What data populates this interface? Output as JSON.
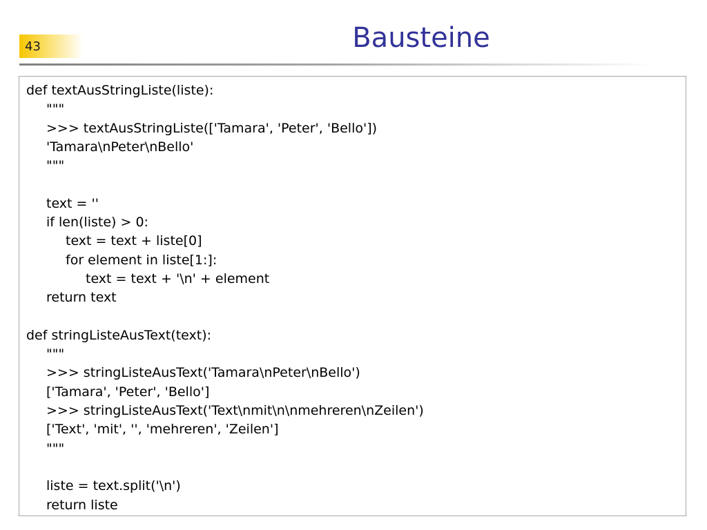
{
  "slide": {
    "page_number": "43",
    "title": "Bausteine"
  },
  "code": {
    "lines": [
      {
        "indent": 0,
        "text": "def textAusStringListe(liste):"
      },
      {
        "indent": 1,
        "text": "\"\"\""
      },
      {
        "indent": 1,
        "text": ">>> textAusStringListe(['Tamara', 'Peter', 'Bello'])"
      },
      {
        "indent": 1,
        "text": "'Tamara\\nPeter\\nBello'"
      },
      {
        "indent": 1,
        "text": "\"\"\""
      },
      {
        "indent": 0,
        "text": ""
      },
      {
        "indent": 1,
        "text": "text = ''"
      },
      {
        "indent": 1,
        "text": "if len(liste) > 0:"
      },
      {
        "indent": 2,
        "text": "text = text + liste[0]"
      },
      {
        "indent": 2,
        "text": "for element in liste[1:]:"
      },
      {
        "indent": 3,
        "text": "text = text + '\\n' + element"
      },
      {
        "indent": 1,
        "text": "return text"
      },
      {
        "indent": 0,
        "text": ""
      },
      {
        "indent": 0,
        "text": "def stringListeAusText(text):"
      },
      {
        "indent": 1,
        "text": "\"\"\""
      },
      {
        "indent": 1,
        "text": ">>> stringListeAusText('Tamara\\nPeter\\nBello')"
      },
      {
        "indent": 1,
        "text": "['Tamara', 'Peter', 'Bello']"
      },
      {
        "indent": 1,
        "text": ">>> stringListeAusText('Text\\nmit\\n\\nmehreren\\nZeilen')"
      },
      {
        "indent": 1,
        "text": "['Text', 'mit', '', 'mehreren', 'Zeilen']"
      },
      {
        "indent": 1,
        "text": "\"\"\""
      },
      {
        "indent": 0,
        "text": ""
      },
      {
        "indent": 1,
        "text": "liste = text.split('\\n')"
      },
      {
        "indent": 1,
        "text": "return liste"
      }
    ]
  }
}
